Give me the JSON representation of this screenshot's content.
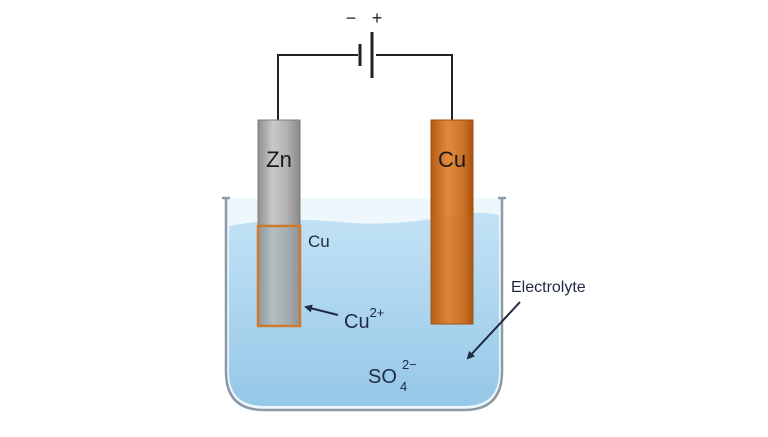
{
  "battery": {
    "negative_sign": "−",
    "positive_sign": "+"
  },
  "electrodes": {
    "left": {
      "symbol": "Zn"
    },
    "right": {
      "symbol": "Cu"
    }
  },
  "labels": {
    "deposit": "Cu",
    "cation": {
      "base": "Cu",
      "charge": "2+"
    },
    "anion": {
      "base": "SO",
      "subscript": "4",
      "charge": "2−"
    },
    "electrolyte": "Electrolyte"
  },
  "colors": {
    "zinc": "#a9a9a9",
    "copper": "#cd6f22",
    "electrolyte": "#a9d4ee",
    "text": "#1f2a44",
    "wire": "#222222"
  }
}
